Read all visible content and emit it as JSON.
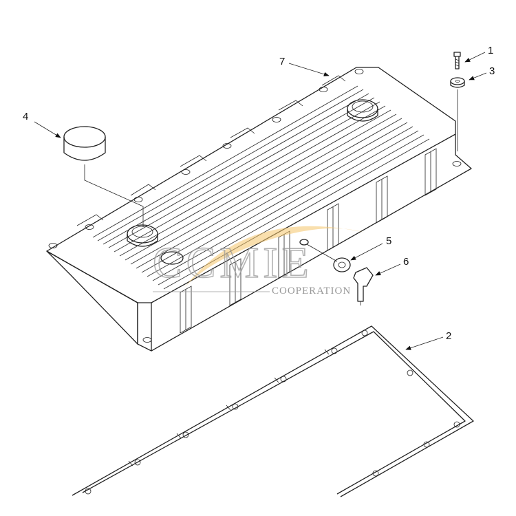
{
  "callouts": [
    {
      "id": "1",
      "label": "1"
    },
    {
      "id": "2",
      "label": "2"
    },
    {
      "id": "3",
      "label": "3"
    },
    {
      "id": "4",
      "label": "4"
    },
    {
      "id": "5",
      "label": "5"
    },
    {
      "id": "6",
      "label": "6"
    },
    {
      "id": "7",
      "label": "7"
    }
  ],
  "watermark": {
    "brand": "CCMIE",
    "subtitle": "COOPERATION",
    "swoosh_color": "#f4c46a"
  }
}
